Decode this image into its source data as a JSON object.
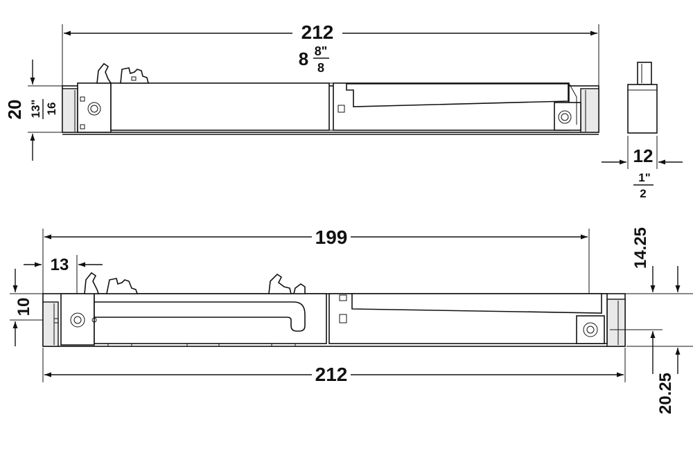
{
  "top_view": {
    "length_mm": "212",
    "length_in_whole": "8",
    "length_in_num": "8\"",
    "length_in_den": "8",
    "height_mm": "20",
    "height_in_num": "13\"",
    "height_in_den": "16"
  },
  "end_view": {
    "width_mm": "12",
    "width_in_num": "1\"",
    "width_in_den": "2"
  },
  "bottom_view": {
    "inner_length": "199",
    "offset": "13",
    "height": "10",
    "overall_length": "212",
    "right_upper": "14.25",
    "right_lower": "20.25"
  },
  "colors": {
    "line": "#111111",
    "shade": "#e9e9e9",
    "dark": "#555555"
  }
}
